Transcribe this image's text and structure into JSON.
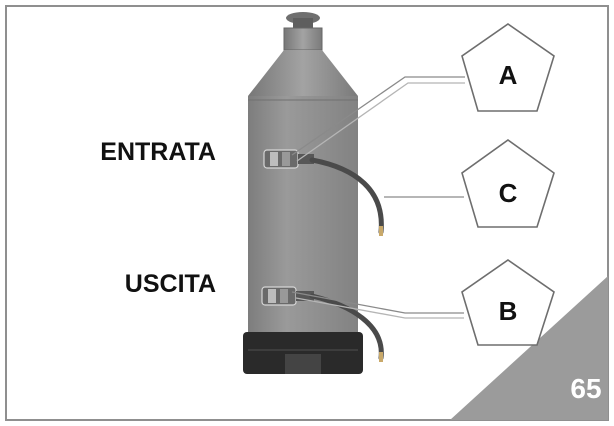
{
  "labels": {
    "inlet": "ENTRATA",
    "outlet": "USCITA"
  },
  "callouts": [
    {
      "letter": "A"
    },
    {
      "letter": "C"
    },
    {
      "letter": "B"
    }
  ],
  "page_number": "65",
  "colors": {
    "frame": "#8f8f8f",
    "body": "#8d8d8d",
    "base": "#2a2a2a",
    "corner": "#9b9b9b",
    "callout_stroke": "#6e6e6e"
  }
}
